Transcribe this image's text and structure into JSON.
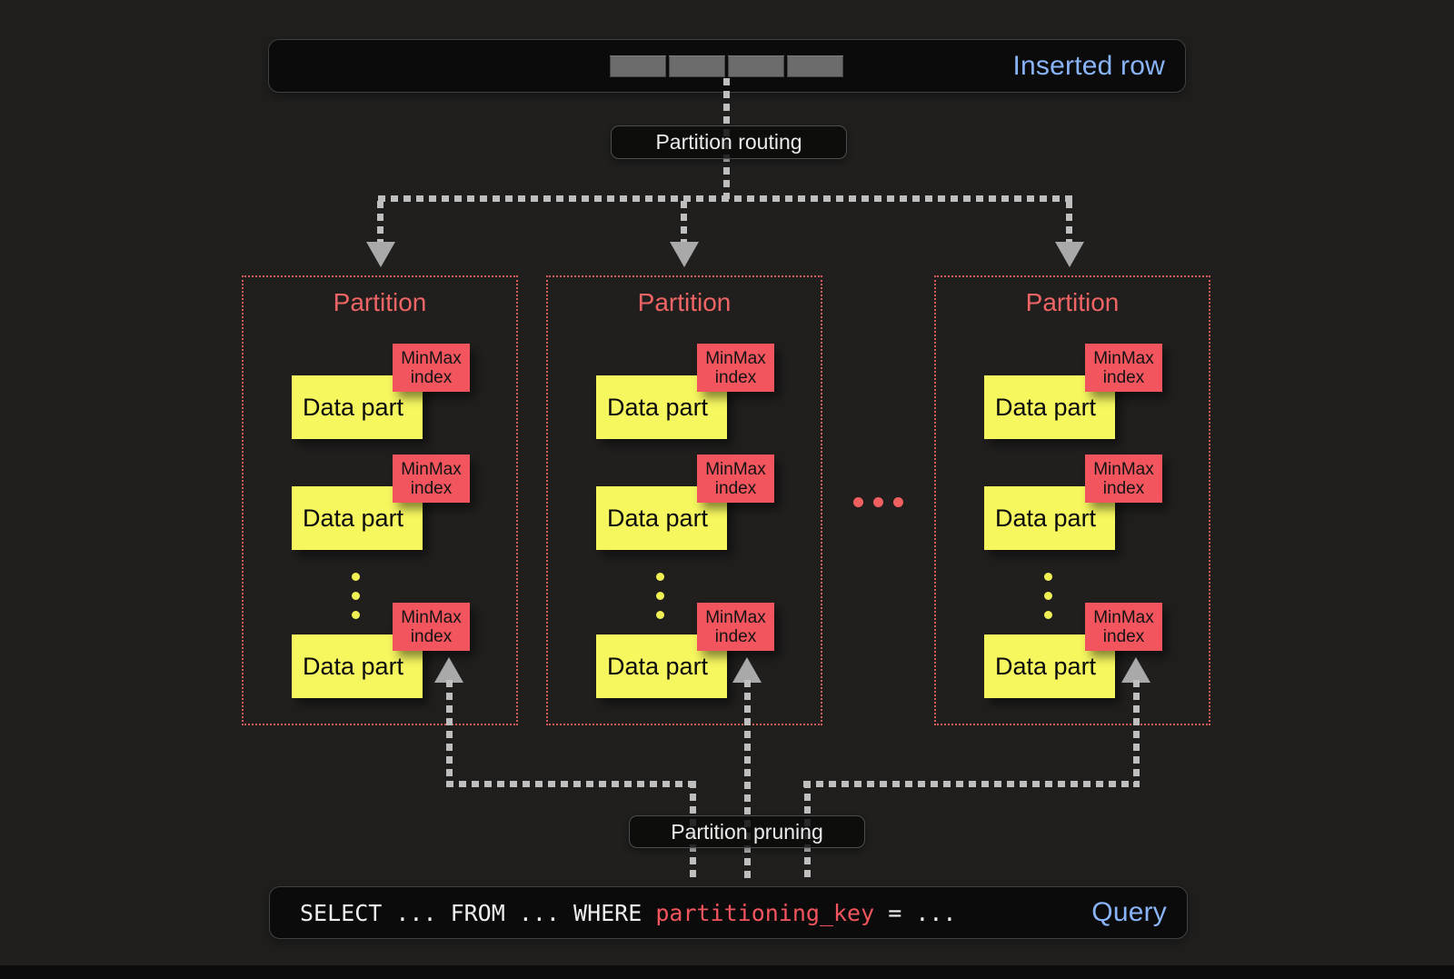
{
  "colors": {
    "background": "#201f1e",
    "panel_bg": "#0b0b0b",
    "accent_blue": "#8ab4f8",
    "salmon_title": "#ef6565",
    "partition_border": "#d85e5e",
    "minmax_tag_red": "#f3555e",
    "data_part_yellow": "#f6f65f",
    "dash_gray": "#bfbfbf",
    "segment_gray": "#6c6c6c"
  },
  "inserted_row_bar": {
    "label": "Inserted row",
    "segment_count": 4
  },
  "routing_pill": {
    "label": "Partition routing"
  },
  "pruning_pill": {
    "label": "Partition pruning"
  },
  "partitions": [
    {
      "title": "Partition",
      "parts": [
        {
          "label": "Data part",
          "index_label": "MinMax index"
        },
        {
          "label": "Data part",
          "index_label": "MinMax index"
        },
        {
          "label": "Data part",
          "index_label": "MinMax index"
        }
      ]
    },
    {
      "title": "Partition",
      "parts": [
        {
          "label": "Data part",
          "index_label": "MinMax index"
        },
        {
          "label": "Data part",
          "index_label": "MinMax index"
        },
        {
          "label": "Data part",
          "index_label": "MinMax index"
        }
      ]
    },
    {
      "title": "Partition",
      "parts": [
        {
          "label": "Data part",
          "index_label": "MinMax index"
        },
        {
          "label": "Data part",
          "index_label": "MinMax index"
        },
        {
          "label": "Data part",
          "index_label": "MinMax index"
        }
      ]
    }
  ],
  "query_bar": {
    "code_before": "SELECT ... FROM ... WHERE ",
    "code_key": "partitioning_key",
    "code_after": " = ...",
    "label": "Query"
  }
}
